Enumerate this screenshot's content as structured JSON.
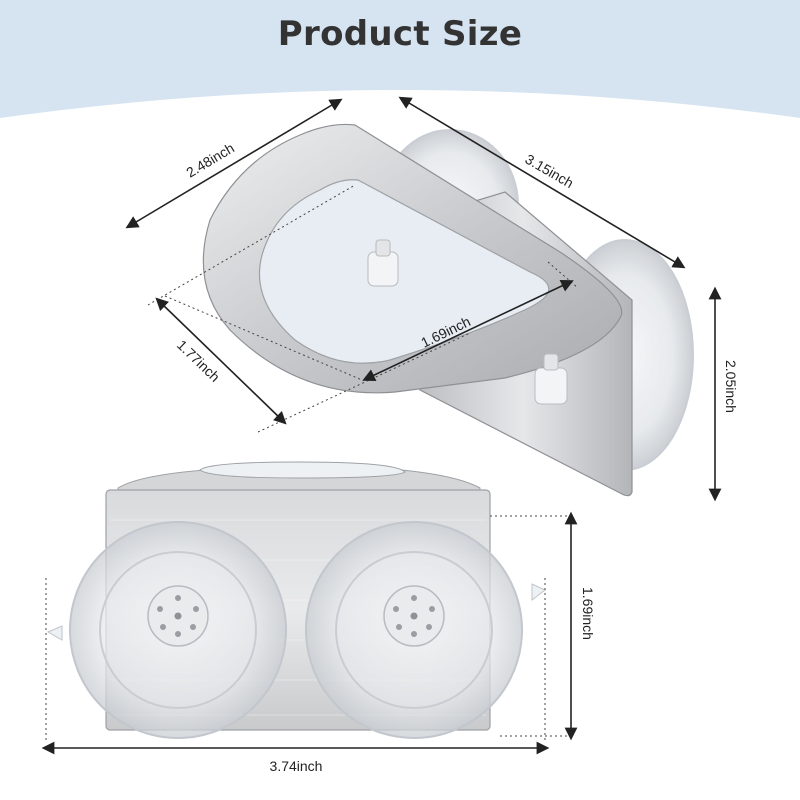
{
  "header": {
    "title": "Product Size"
  },
  "dimensions": {
    "top_width": "2.48inch",
    "top_length": "3.15inch",
    "top_depth": "1.77inch",
    "top_opening": "1.69inch",
    "top_height": "2.05inch",
    "front_height": "1.69inch",
    "front_width": "3.74inch"
  },
  "colors": {
    "banner": "#d6e4f2",
    "steel_light": "#e3e4e6",
    "steel_dark": "#a9abaf",
    "suction": "#eef1f4",
    "text": "#333333"
  }
}
